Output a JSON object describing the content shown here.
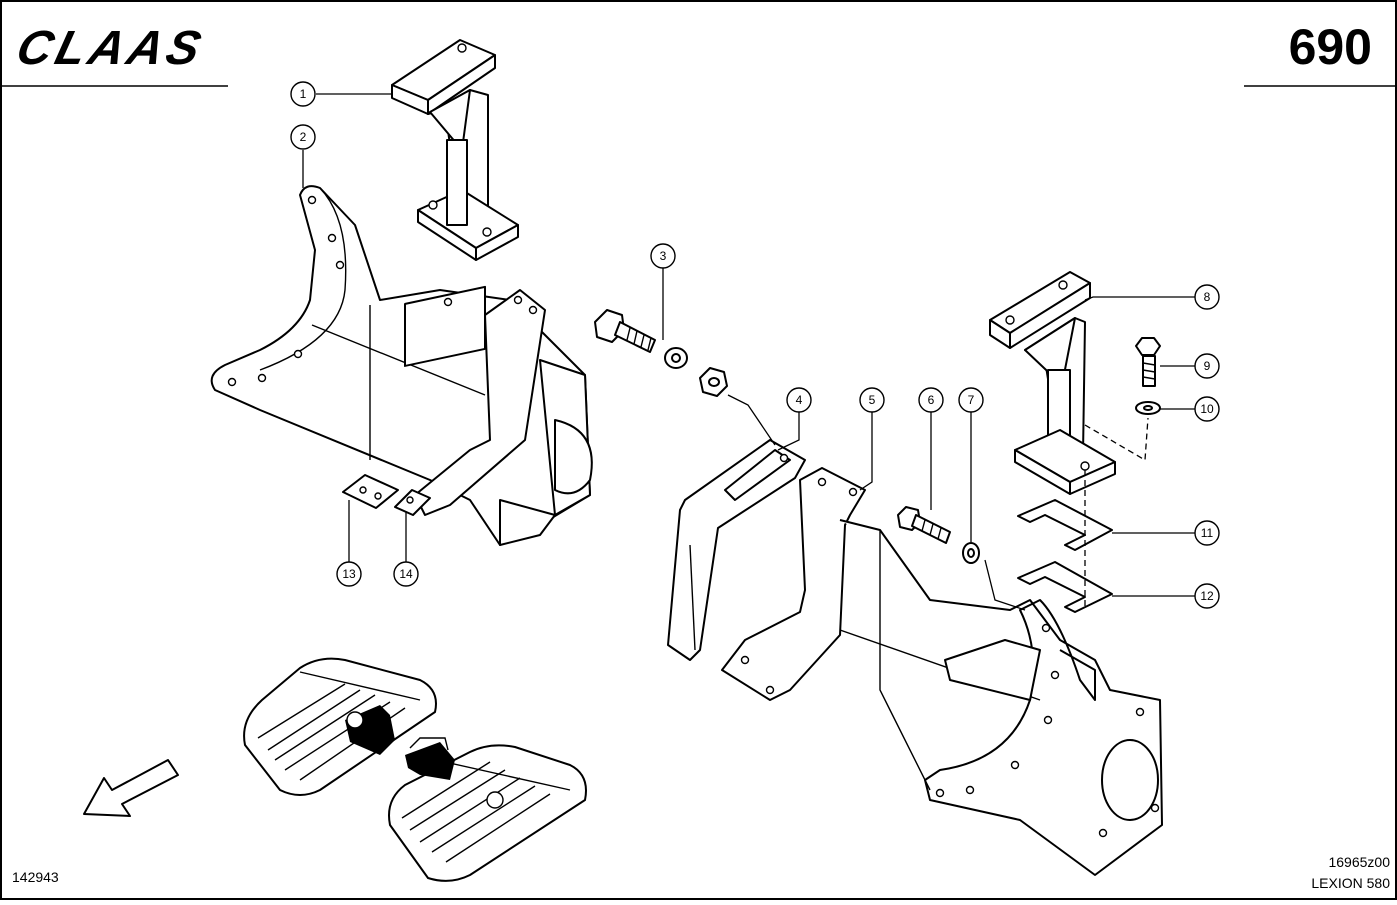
{
  "header": {
    "brand": "CLAAS",
    "page_number": "690"
  },
  "footer": {
    "drawing_id": "142943",
    "ref_code": "16965z00",
    "model": "LEXION 580"
  },
  "callouts": [
    "1",
    "2",
    "3",
    "4",
    "5",
    "6",
    "7",
    "8",
    "9",
    "10",
    "11",
    "12",
    "13",
    "14"
  ]
}
